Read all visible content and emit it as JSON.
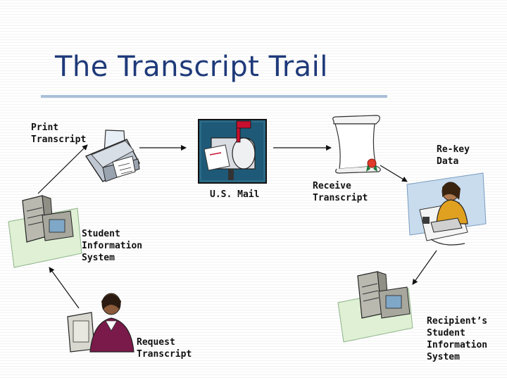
{
  "title": "The Transcript Trail",
  "nodes": {
    "print_transcript": "Print\nTranscript",
    "us_mail": "U.S. Mail",
    "receive_transcript": "Receive\nTranscript",
    "rekey_data": "Re-key\nData",
    "student_information_system": "Student\nInformation\nSystem",
    "request_transcript": "Request\nTranscript",
    "recipients_information_system": "Recipient’s\nStudent\nInformation\nSystem"
  },
  "colors": {
    "title": "#1f3a7a",
    "rule": "#a8bfd8",
    "arrow": "#111111"
  }
}
